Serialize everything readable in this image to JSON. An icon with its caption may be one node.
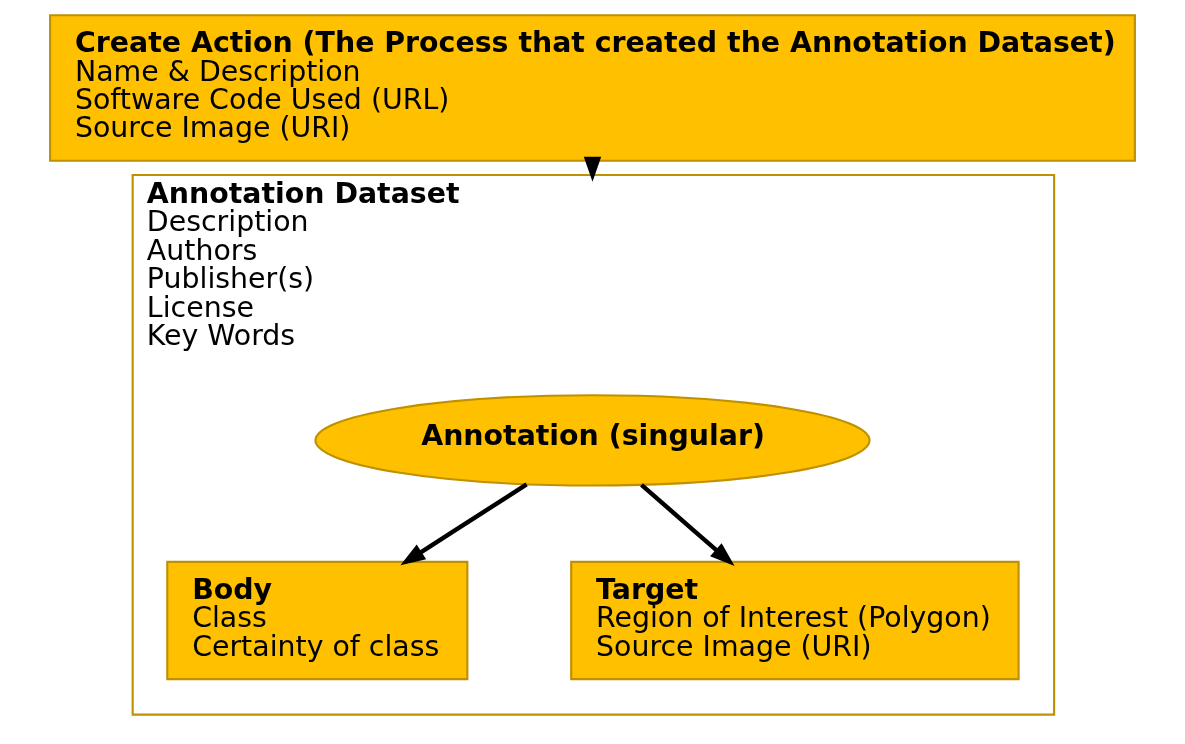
{
  "diagram": {
    "nodes": [
      {
        "text": [
          "Create Action (The Process that created the Annotation Dataset)",
          "Name & Description",
          "Software Code Used (URL)",
          "Source Image (URI)"
        ]
      },
      {
        "text": [
          "Annotation Dataset",
          "Description",
          "Authors",
          "Publisher(s)",
          "License",
          "Key Words"
        ]
      },
      {
        "text": [
          "Annotation (singular)"
        ],
        "in": 1
      },
      {
        "text": [
          "Body",
          "Class",
          "Certainty of class"
        ],
        "in": 1
      },
      {
        "text": [
          "Target",
          "Region of Interest (Polygon)",
          "Source Image (URI)"
        ],
        "in": 1
      }
    ],
    "edges": [
      {
        "from": 0,
        "to": 1,
        "arrow": "to"
      },
      {
        "from": 2,
        "to": 3,
        "arrow": "to"
      },
      {
        "from": 2,
        "to": 4,
        "arrow": "to"
      }
    ]
  }
}
